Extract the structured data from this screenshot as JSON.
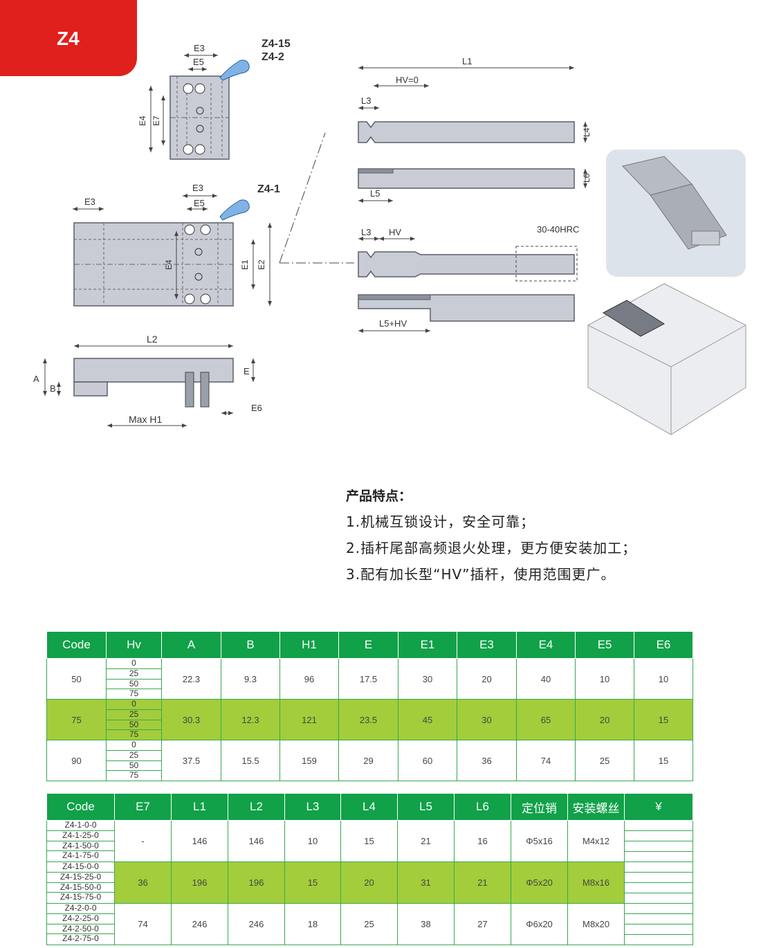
{
  "series_tab": "Z4",
  "drawing": {
    "labels": {
      "top_model_a": "Z4-15",
      "top_model_b": "Z4-2",
      "mid_model": "Z4-1",
      "e3": "E3",
      "e5": "E5",
      "e4": "E4",
      "e7": "E7",
      "e1": "E1",
      "e2": "E2",
      "l1": "L1",
      "hv0": "HV=0",
      "l3": "L3",
      "l4": "L4",
      "l5": "L5",
      "l6": "L6",
      "hv": "HV",
      "hrc": "30-40HRC",
      "l5hv": "L5+HV",
      "l2": "L2",
      "a": "A",
      "b": "B",
      "e": "E",
      "e6": "E6",
      "maxh1": "Max H1"
    },
    "colors": {
      "steel": "#c9ccd4",
      "steel_edge": "#5a5e68",
      "dim": "#444444"
    }
  },
  "features": {
    "title": "产品特点：",
    "items": [
      "1.机械互锁设计，安全可靠；",
      "2.插杆尾部高频退火处理，更方便安装加工；",
      "3.配有加长型“HV”插杆，使用范围更广。"
    ]
  },
  "table1": {
    "headers": [
      "Code",
      "Hv",
      "A",
      "B",
      "H1",
      "E",
      "E1",
      "E3",
      "E4",
      "E5",
      "E6"
    ],
    "rows": [
      {
        "code": "50",
        "hv": [
          "0",
          "25",
          "50",
          "75"
        ],
        "a": "22.3",
        "b": "9.3",
        "h1": "96",
        "e": "17.5",
        "e1": "30",
        "e3": "20",
        "e4": "40",
        "e5": "10",
        "e6": "10"
      },
      {
        "code": "75",
        "hv": [
          "0",
          "25",
          "50",
          "75"
        ],
        "a": "30.3",
        "b": "12.3",
        "h1": "121",
        "e": "23.5",
        "e1": "45",
        "e3": "30",
        "e4": "65",
        "e5": "20",
        "e6": "15"
      },
      {
        "code": "90",
        "hv": [
          "0",
          "25",
          "50",
          "75"
        ],
        "a": "37.5",
        "b": "15.5",
        "h1": "159",
        "e": "29",
        "e1": "60",
        "e3": "36",
        "e4": "74",
        "e5": "25",
        "e6": "15"
      }
    ]
  },
  "table2": {
    "headers": [
      "Code",
      "E7",
      "L1",
      "L2",
      "L3",
      "L4",
      "L5",
      "L6",
      "定位销",
      "安装螺丝",
      "¥"
    ],
    "rows": [
      {
        "codes": [
          "Z4-1-0-0",
          "Z4-1-25-0",
          "Z4-1-50-0",
          "Z4-1-75-0"
        ],
        "e7": "-",
        "l1": "146",
        "l2": "146",
        "l3": "10",
        "l4": "15",
        "l5": "21",
        "l6": "16",
        "pin": "Φ5x16",
        "screw": "M4x12"
      },
      {
        "codes": [
          "Z4-15-0-0",
          "Z4-15-25-0",
          "Z4-15-50-0",
          "Z4-15-75-0"
        ],
        "e7": "36",
        "l1": "196",
        "l2": "196",
        "l3": "15",
        "l4": "20",
        "l5": "31",
        "l6": "21",
        "pin": "Φ5x20",
        "screw": "M8x16"
      },
      {
        "codes": [
          "Z4-2-0-0",
          "Z4-2-25-0",
          "Z4-2-50-0",
          "Z4-2-75-0"
        ],
        "e7": "74",
        "l1": "246",
        "l2": "246",
        "l3": "18",
        "l4": "25",
        "l5": "38",
        "l6": "27",
        "pin": "Φ6x20",
        "screw": "M8x20"
      }
    ]
  }
}
